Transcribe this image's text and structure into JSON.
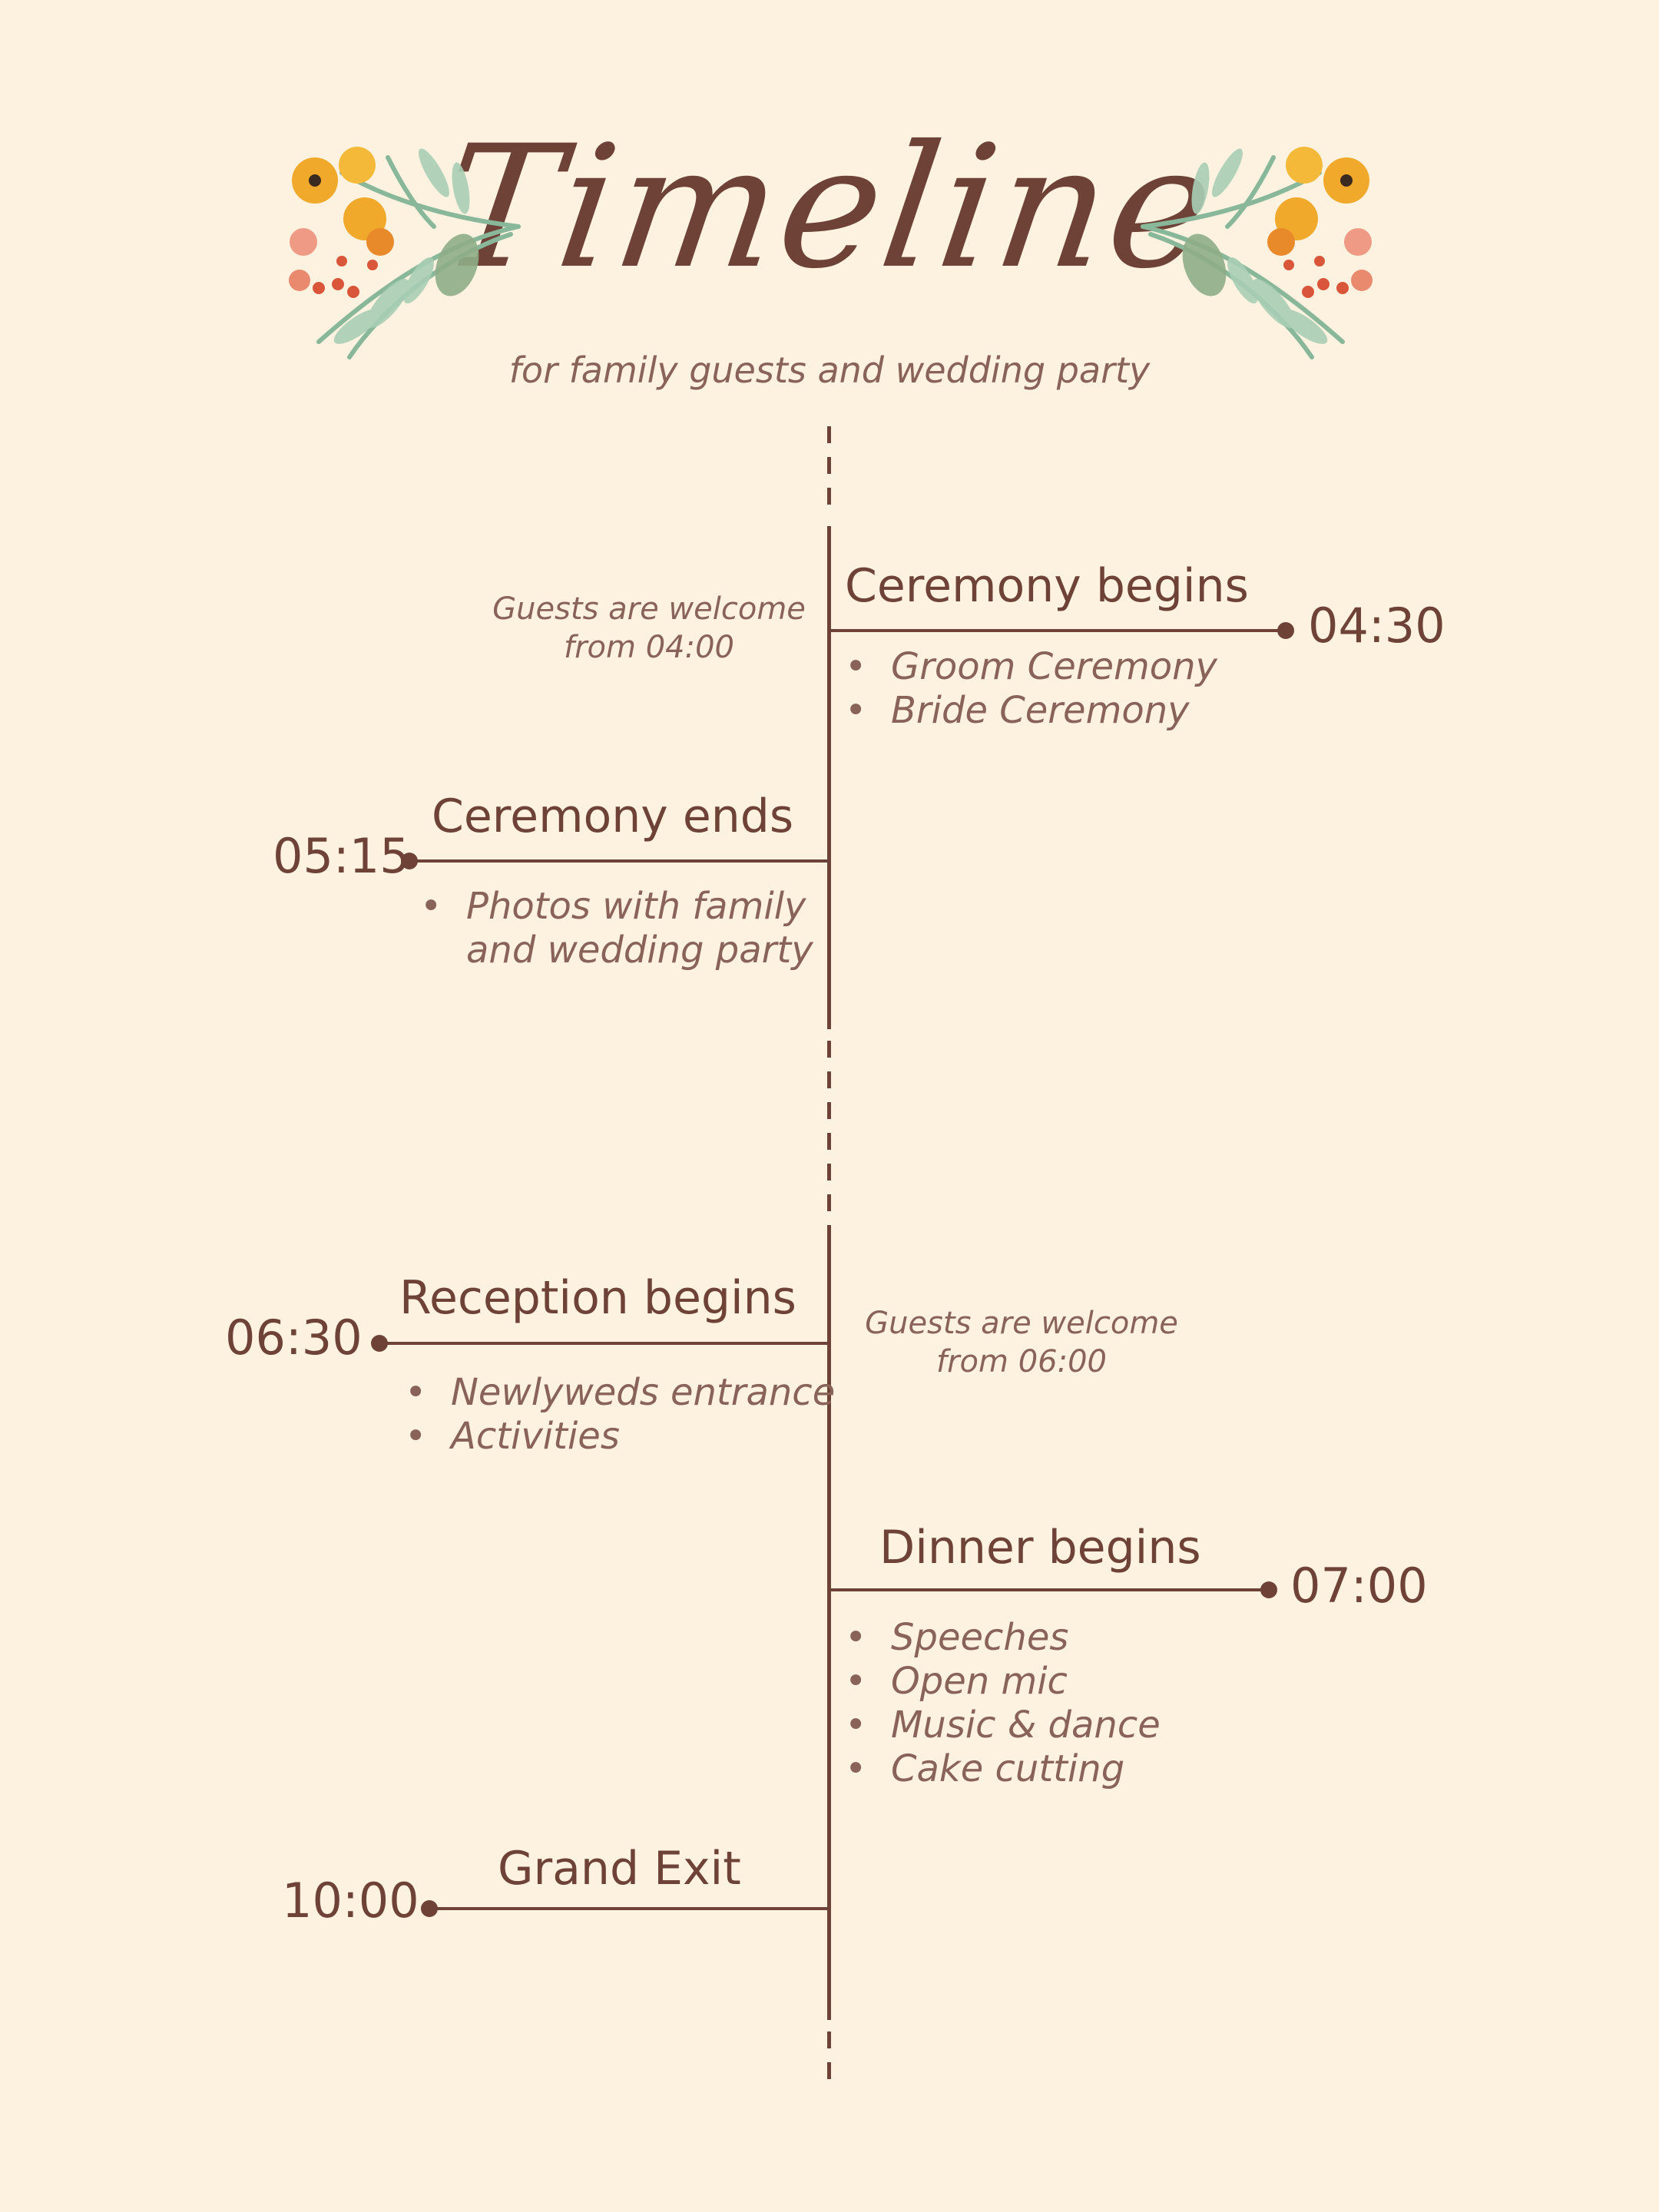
{
  "header": {
    "title": "Timeline",
    "subtitle": "for family guests and wedding party"
  },
  "colors": {
    "background": "#fdf2e0",
    "ink": "#6e4236",
    "muted": "#8a6358",
    "flower_yellow": "#f0a92a",
    "flower_coral": "#e98a6f",
    "leaf_green": "#88b79a"
  },
  "events": [
    {
      "title": "Ceremony begins",
      "time": "04:30",
      "side": "right",
      "items": [
        "Groom Ceremony",
        "Bride Ceremony"
      ],
      "note": [
        "Guests are welcome",
        "from 04:00"
      ]
    },
    {
      "title": "Ceremony ends",
      "time": "05:15",
      "side": "left",
      "items": [
        "Photos with family",
        "and  wedding party"
      ]
    },
    {
      "title": "Reception begins",
      "time": "06:30",
      "side": "left",
      "items": [
        "Newlyweds entrance",
        "Activities"
      ],
      "note": [
        "Guests are welcome",
        "from 06:00"
      ]
    },
    {
      "title": "Dinner begins",
      "time": "07:00",
      "side": "right",
      "items": [
        "Speeches",
        "Open mic",
        "Music & dance",
        "Cake cutting"
      ]
    },
    {
      "title": "Grand Exit",
      "time": "10:00",
      "side": "left",
      "items": []
    }
  ],
  "icons": {
    "left_decoration": "floral-bouquet-icon",
    "right_decoration": "floral-bouquet-icon"
  }
}
